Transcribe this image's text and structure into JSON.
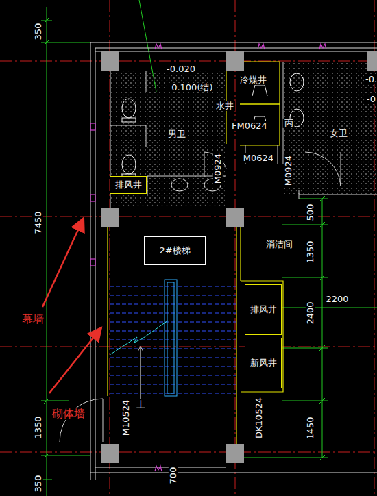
{
  "diagram": {
    "nodes": [
      {
        "text": [
          "2#楼梯"
        ]
      },
      {
        "text": [
          "排风井"
        ]
      },
      {
        "text": [
          "排风井"
        ]
      },
      {
        "text": [
          "新风井"
        ]
      }
    ],
    "labels": [
      "350",
      "7450",
      "1350",
      "350",
      "-0.020",
      "-0.100(结)",
      "男卫",
      "冷煤井",
      "水井",
      "FM0624",
      "丙",
      "女卫",
      "M0924",
      "M0624",
      "M0924",
      "-0.",
      "-0",
      "消洁间",
      "500",
      "1350",
      "2200",
      "2400",
      "1450",
      "上",
      "M10524",
      "DK10524",
      "700",
      "幕墙",
      "砌体墙"
    ]
  }
}
